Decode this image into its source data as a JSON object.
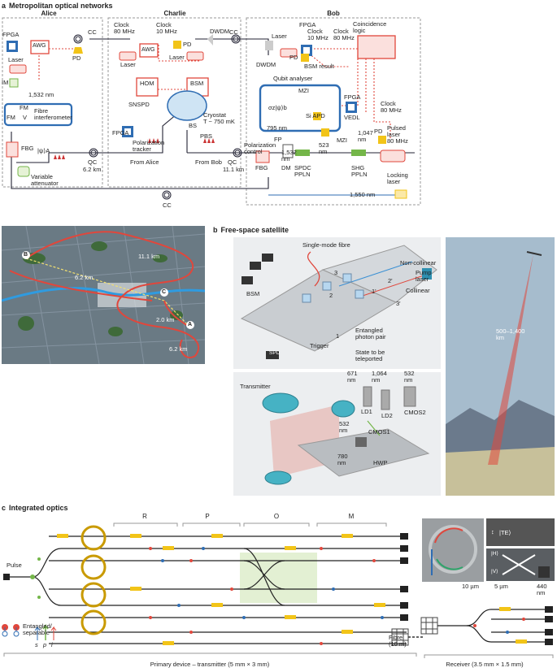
{
  "panel_a": {
    "letter": "a",
    "title": "Metropolitan optical networks",
    "nodes": {
      "alice": "Alice",
      "charlie": "Charlie",
      "bob": "Bob"
    },
    "alice_labels": {
      "fpga": "FPGA",
      "awg": "AWG",
      "pd": "PD",
      "laser": "Laser",
      "im": "IM",
      "wavelength": "1,532 nm",
      "fm1": "FM",
      "fm2": "FM",
      "v": "V",
      "interferometer": "Fibre\ninterferometer",
      "fbg": "FBG",
      "psi": "|ψ⟩A",
      "attenuator": "Variable\nattenuator",
      "qc": "QC",
      "dist": "6.2 km"
    },
    "charlie_labels": {
      "cc_left": "CC",
      "clock80": "Clock\n80 MHz",
      "clock10": "Clock\n10 MHz",
      "dwdm": "DWDM",
      "awg": "AWG",
      "laser_left": "Laser",
      "pd": "PD",
      "laser_right": "Laser",
      "hom": "HOM",
      "bsm": "BSM",
      "snspd": "SNSPD",
      "cryostat": "Cryostat\nT ~ 750 mK",
      "bs": "BS",
      "pbs": "PBS",
      "fpga": "FPGA",
      "tracker": "Polarization\ntracker",
      "from_alice": "From Alice",
      "from_bob": "From Bob",
      "qc": "QC",
      "dist": "11.1 km"
    },
    "bob_labels": {
      "cc": "CC",
      "laser": "Laser",
      "fpga": "FPGA",
      "clock10": "Clock\n10 MHz",
      "clock80": "Clock\n80 MHz",
      "coincidence": "Coincidence\nlogic",
      "pd": "PD",
      "dwdm": "DWDM",
      "bsm_result": "BSM result",
      "qubit_analyser": "Qubit analyser",
      "mzi": "MZI",
      "psi_b": "σz|ψ⟩b",
      "si_apd": "Si APD",
      "fpga2": "FPGA",
      "vedl": "VEDL",
      "clock80b": "Clock\n80 MHz",
      "w795": "795 nm",
      "pd2": "PD",
      "pulsed": "Pulsed\nlaser\n80 MHz",
      "fp": "FP",
      "pol_control": "Polarization\ncontrol",
      "w1532": "1,532\nnm",
      "w523": "523\nnm",
      "mzi2": "MZI",
      "w1047": "1,047\nnm",
      "fbg": "FBG",
      "dm": "DM",
      "spdc": "SPDC\nPPLN",
      "shg": "SHG\nPPLN",
      "locking": "Locking\nlaser",
      "w1550": "1,550 nm",
      "cc_bottom": "CC"
    }
  },
  "map": {
    "distances": [
      "11.1 km",
      "6.2 km",
      "2.0 km",
      "6.2 km"
    ],
    "markers": [
      "B",
      "C",
      "A"
    ]
  },
  "panel_b": {
    "letter": "b",
    "title": "Free-space satellite",
    "upper_labels": {
      "fibre": "Single-mode fibre",
      "bsm": "BSM",
      "non_collinear": "Non-collinear",
      "pump": "Pump\nlaser",
      "collinear": "Collinear",
      "entangled": "Entangled\nphoton pair",
      "trigger": "Trigger",
      "state": "State to be\nteleported",
      "spd": "SPD",
      "n1": "1",
      "n2": "2",
      "n3": "3",
      "n1p": "1'",
      "n2p": "2'",
      "n3p": "3'"
    },
    "lower_labels": {
      "transmitter": "Transmitter",
      "w671": "671\nnm",
      "w1064": "1,064\nnm",
      "w532": "532\nnm",
      "ld1": "LD1",
      "ld2": "LD2",
      "cmos2": "CMOS2",
      "w532b": "532\nnm",
      "cmos1": "CMOS1",
      "w780": "780\nnm",
      "hwp": "HWP"
    },
    "satellite_distance": "500–1,400\nkm"
  },
  "panel_c": {
    "letter": "c",
    "title": "Integrated optics",
    "stages": [
      "R",
      "P",
      "O",
      "M"
    ],
    "pulse": "Pulse",
    "legend_entangled": "Entangled/\nseparable",
    "legend_spi": [
      "s",
      "p",
      "i"
    ],
    "scale_10um": "10 µm",
    "scale_5um": "5 µm",
    "te": "|TE⟩",
    "h_state": "|H⟩",
    "v_state": "|V⟩",
    "n440": "440\nnm",
    "fibre": "Fibre\n(10 m)",
    "primary": "Primary device – transmitter (5 mm × 3 mm)",
    "receiver": "Receiver (3.5 mm × 1.5 mm)"
  },
  "colors": {
    "red": "#e0473c",
    "blue": "#2f6db3",
    "yellow": "#f2c418",
    "green": "#74b649",
    "node_box": "#888888",
    "panel_grey": "#e8eaec"
  }
}
